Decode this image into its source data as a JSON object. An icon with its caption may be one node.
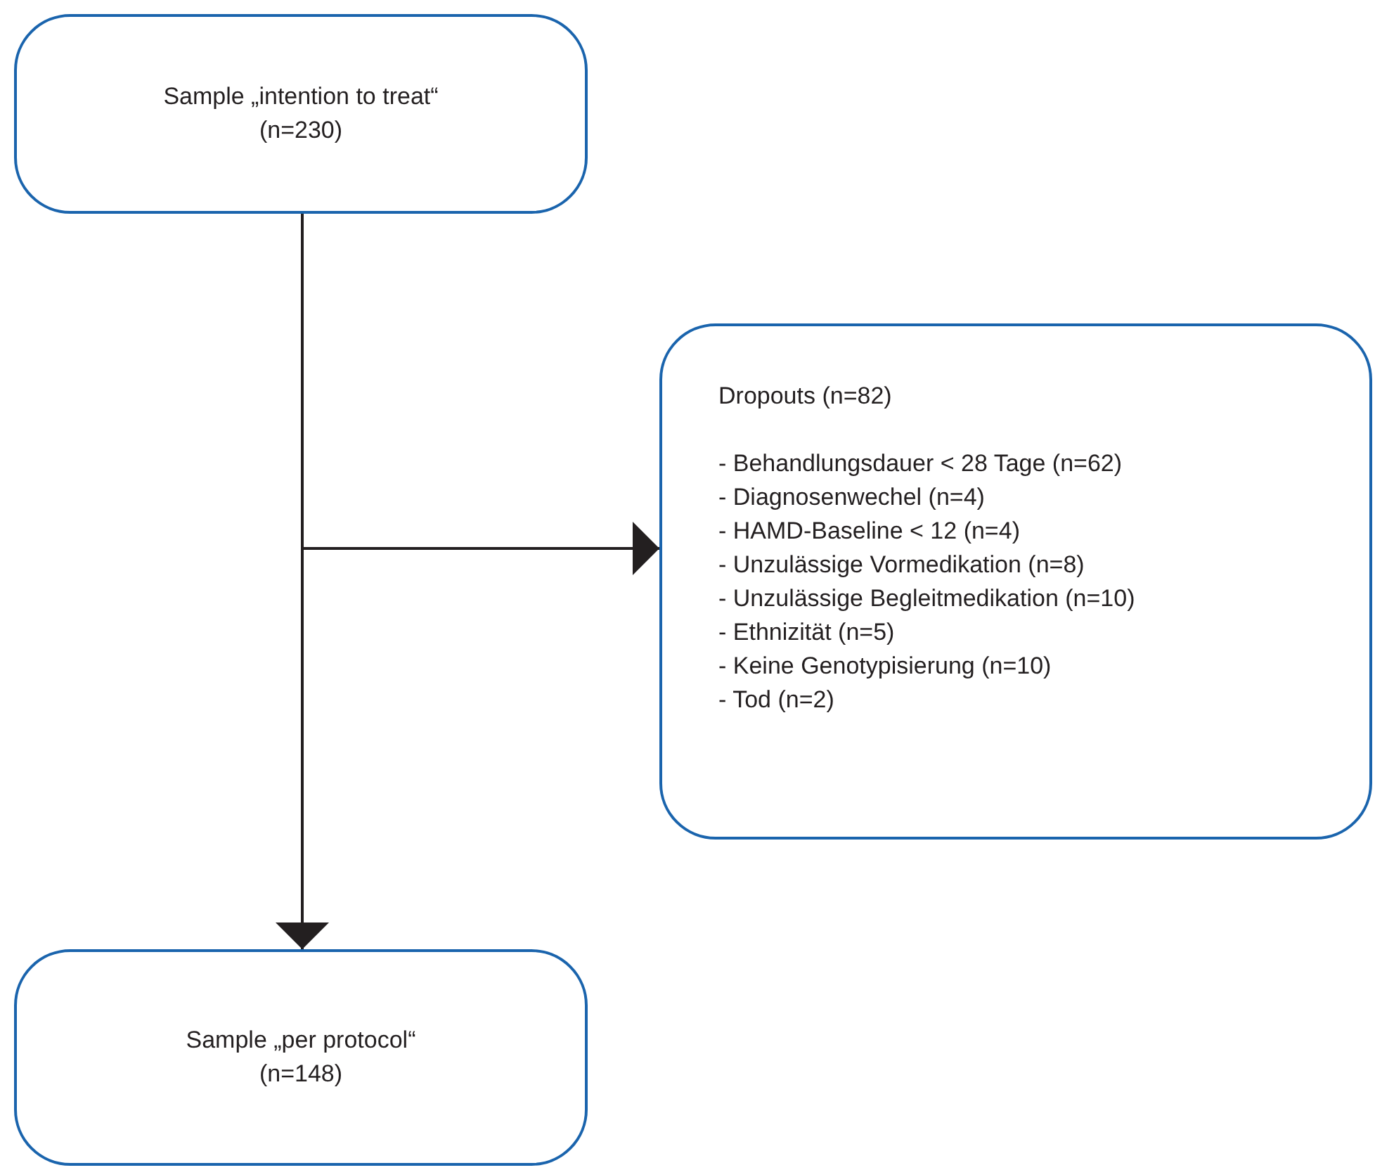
{
  "diagram": {
    "nodes": [
      {
        "text": [
          "Sample „intention to treat“ (n=230)"
        ]
      },
      {
        "text": [
          "Dropouts (n=82)",
          "- Behandlungsdauer < 28 Tage (n=62)",
          "- Diagnosenwechel (n=4)",
          "- HAMD-Baseline < 12 (n=4)",
          "- Unzulässige Vormedikation (n=8)",
          "- Unzulässige Begleitmedikation (n=10)",
          "- Ethnizität (n=5)",
          "- Keine Genotypisierung (n=10)",
          "- Tod (n=2)"
        ]
      },
      {
        "text": [
          "Sample „per protocol“ (n=148)"
        ]
      }
    ],
    "edges": [
      {
        "from": 0,
        "to": 2,
        "arrow": "to"
      },
      {
        "from": 0,
        "to": 1,
        "arrow": "to"
      }
    ]
  }
}
